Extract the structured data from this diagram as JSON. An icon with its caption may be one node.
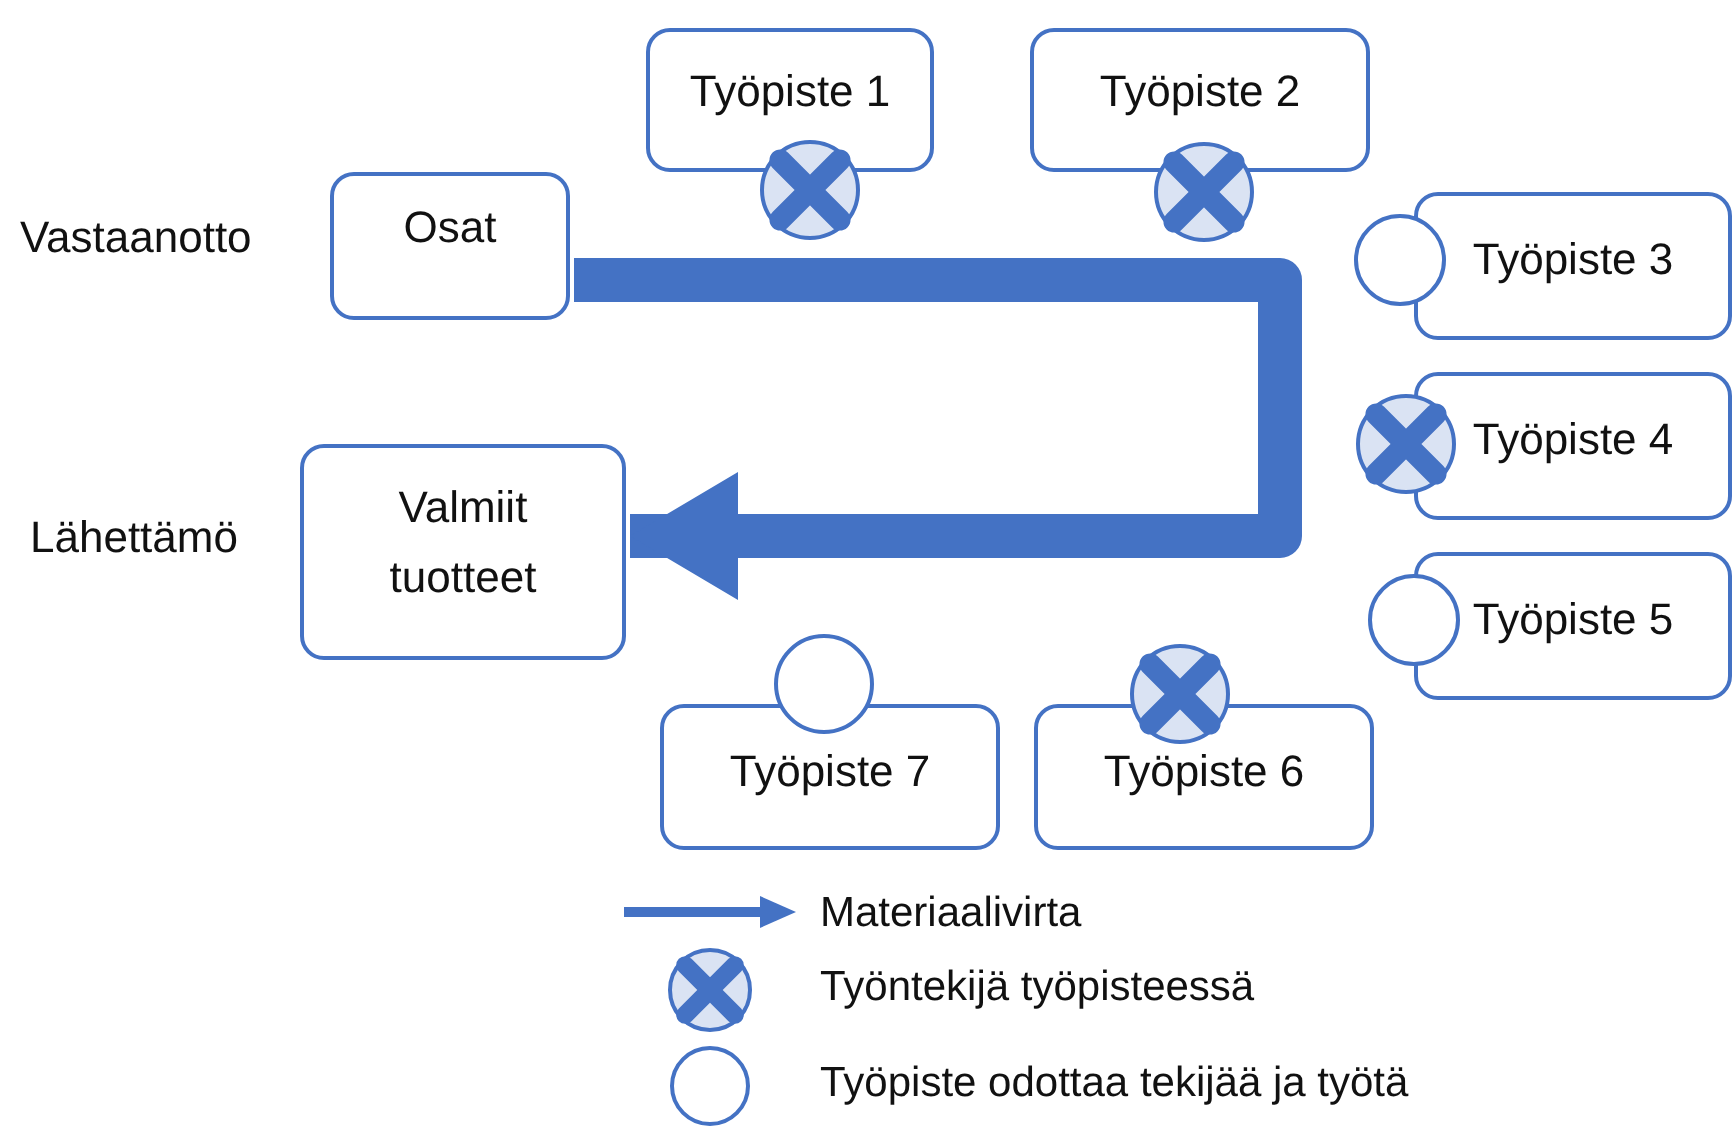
{
  "diagram": {
    "nodes": [
      {
        "text": [
          "Työpiste 1"
        ]
      },
      {
        "text": [],
        "shape": "cross"
      },
      {
        "text": [
          "Työpiste 2"
        ]
      },
      {
        "text": [],
        "shape": "cross"
      },
      {
        "text": [
          "Osat"
        ],
        "beside": [
          "Vastaanotto"
        ]
      },
      {
        "text": [
          "Työpiste 3"
        ]
      },
      {
        "text": [],
        "shape": "circle"
      },
      {
        "text": [
          "Työpiste 4"
        ]
      },
      {
        "text": [],
        "shape": "cross"
      },
      {
        "text": [
          "Valmiit tuotteet"
        ],
        "beside": [
          "Lähettämö"
        ]
      },
      {
        "text": [
          "Työpiste 5"
        ]
      },
      {
        "text": [],
        "shape": "circle"
      },
      {
        "text": [
          "Työpiste 7"
        ]
      },
      {
        "text": [],
        "shape": "circle"
      },
      {
        "text": [
          "Työpiste 6"
        ]
      },
      {
        "text": [],
        "shape": "cross"
      }
    ],
    "edges": [
      {
        "from": 4,
        "to": 9,
        "arrow": "to"
      }
    ],
    "legend": [
      {
        "text": "Materiaalivirta"
      },
      {
        "text": "Työntekijä työpisteessä"
      },
      {
        "text": "Työpiste odottaa tekijää ja työtä"
      }
    ]
  }
}
